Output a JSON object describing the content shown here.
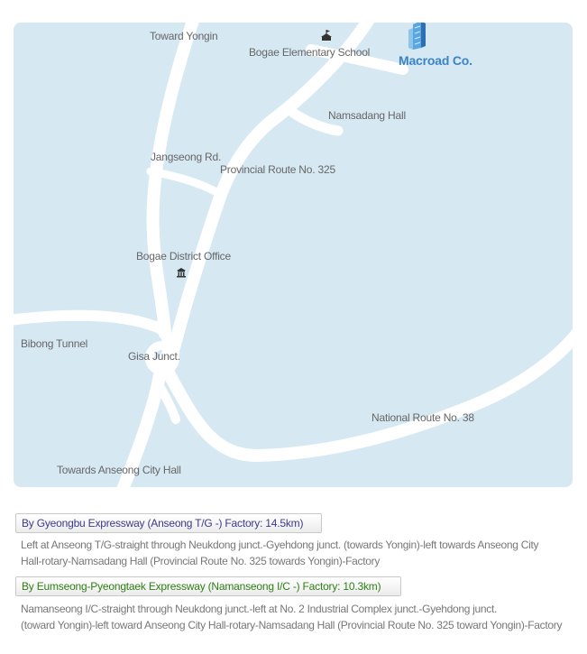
{
  "map": {
    "labels": {
      "toward_yongin": "Toward Yongin",
      "bogae_school": "Bogae Elementary School",
      "company": "Macroad Co.",
      "namsadang": "Namsadang Hall",
      "jangseong": "Jangseong Rd.",
      "prov_route": "Provincial Route No. 325",
      "bogae_office": "Bogae District Office",
      "bibong": "Bibong Tunnel",
      "gisa": "Gisa Junct.",
      "national_route": "National Route No. 38",
      "anseong_hall": "Towards Anseong City Hall"
    },
    "icons": [
      "school-icon",
      "building-icon",
      "district-office-icon"
    ],
    "colors": {
      "background": "#d6e8f2",
      "road": "#ffffff",
      "label": "#666666",
      "company": "#3a83c6"
    }
  },
  "routes": [
    {
      "heading": "By Gyeongbu Expressway (Anseong T/G -)  Factory: 14.5km)",
      "color": "#3b3a8c",
      "lines": [
        "Left at Anseong T/G-straight through Neukdong junct.-Gyehdong junct. (towards Yongin)-left towards Anseong City",
        "Hall-rotary-Namsadang Hall (Provincial Route No. 325 towards Yongin)-Factory"
      ]
    },
    {
      "heading": "By Eumseong-Pyeongtaek Expressway (Namanseong I/C -)  Factory: 10.3km)",
      "color": "#2f7f15",
      "lines": [
        "Namanseong I/C-straight through Neukdong junct.-left at No. 2 Industrial Complex junct.-Gyehdong junct.",
        "(toward Yongin)-left toward Anseong City Hall-rotary-Namsadang Hall (Provincial Route No. 325 toward Yongin)-Factory"
      ]
    }
  ]
}
